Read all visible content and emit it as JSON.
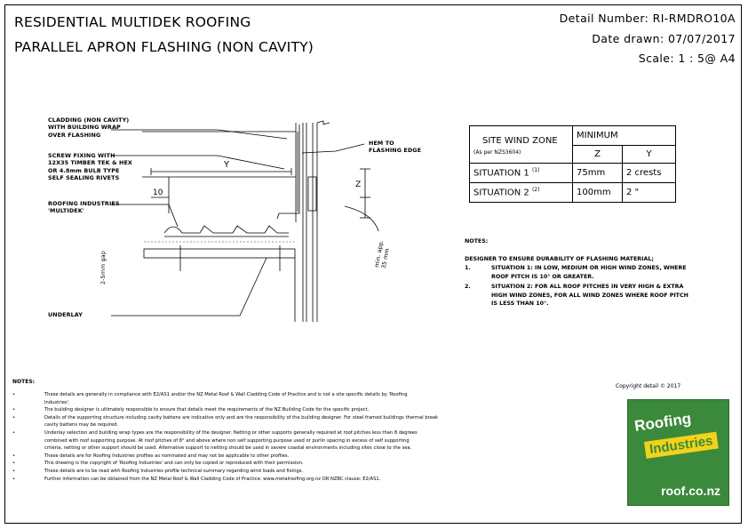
{
  "header": {
    "title_line1": "RESIDENTIAL MULTIDEK ROOFING",
    "title_line2": "PARALLEL APRON FLASHING (NON CAVITY)",
    "detail_number": "Detail Number:  RI-RMDRO10A",
    "date_drawn": "Date drawn:  07/07/2017",
    "scale": "Scale:   1 : 5@ A4"
  },
  "drawing": {
    "cladding_label": [
      "CLADDING (NON CAVITY)",
      "WITH BUILDING WRAP",
      "OVER FLASHING"
    ],
    "screw_label": [
      "SCREW FIXING WITH",
      "12X35 TIMBER TEK & HEX",
      "OR 4.8mm BULB TYPE",
      "SELF SEALING RIVETS"
    ],
    "roofing_label": [
      "ROOFING INDUSTRIES",
      "'MULTIDEK'"
    ],
    "underlay_label": "UNDERLAY",
    "hem_label": [
      "HEM TO",
      "FLASHING EDGE"
    ],
    "dim_y": "Y",
    "dim_10": "10",
    "dim_z": "Z",
    "gap_label": "2-5mm gap",
    "min_approx": [
      "min. app.",
      "35 mm"
    ]
  },
  "wind_table": {
    "header_left": "SITE WIND ZONE",
    "header_right": "MINIMUM",
    "subheader_left": "(As per NZS3604)",
    "col_z": "Z",
    "col_y": "Y",
    "rows": [
      {
        "label": "SITUATION 1",
        "ref": "(1)",
        "z": "75mm",
        "y": "2 crests"
      },
      {
        "label": "SITUATION 2",
        "ref": "(2)",
        "z": "100mm",
        "y": "2   \""
      }
    ]
  },
  "right_notes": {
    "heading": "NOTES:",
    "intro": "DESIGNER TO ENSURE DURABILITY OF FLASHING MATERIAL;",
    "items": [
      {
        "num": "1.",
        "lines": [
          "SITUATION 1: IN LOW, MEDIUM OR HIGH WIND ZONES, WHERE",
          "ROOF PITCH IS 10° OR GREATER."
        ]
      },
      {
        "num": "2.",
        "lines": [
          "SITUATION 2: FOR ALL ROOF PITCHES IN VERY HIGH & EXTRA",
          "HIGH WIND ZONES, FOR ALL WIND ZONES WHERE ROOF PITCH",
          "IS LESS THAN 10°."
        ]
      }
    ]
  },
  "bottom_notes": {
    "heading": "NOTES:",
    "lines": [
      "These details are generally in compliance with E2/AS1 and/or the NZ Metal Roof & Wall Cladding Code of Practice and is not a site specific details by 'Roofing",
      "Industries'.",
      "The building designer is ultimately responsible to ensure that details meet the requirements of the NZ Building Code for the specific project.",
      "Details of the supporting structure including cavity battens are indicative only and are the responsibility of the building designer. For steel framed buildings thermal break",
      "cavity battens may be required.",
      "Underlay selection and building wrap types are the responsibility of the designer. Netting or other supports generally required at roof pitches less than 8 degrees",
      "combined with roof supporting purpose. At roof pitches of 8° and above where non self supporting purpose used or purlin spacing in excess of self supporting",
      "criteria, netting or other support should be used. Alternative support to netting should be used in severe coastal environments including sites close to the sea.",
      "These details are for Roofing Industries profiles as nominated and may not be applicable to other profiles.",
      "This drawing is the copyright of 'Roofing Industries' and can only be copied or reproduced with their permission.",
      "These details are to be read with Roofing Industries profile technical summary regarding wind loads and fixings.",
      "Further information can be obtained from the NZ Metal Roof & Wall Cladding Code of Practice: www.metalroofing.org.nz OR NZBC clause: E2/AS1."
    ]
  },
  "copyright": "Copyright detail  ©  2017",
  "logo": {
    "word1": "Roofing",
    "word2": "Industries",
    "url": "roof.co.nz",
    "green": "#3b8a3c",
    "yellow": "#f3d21a"
  }
}
